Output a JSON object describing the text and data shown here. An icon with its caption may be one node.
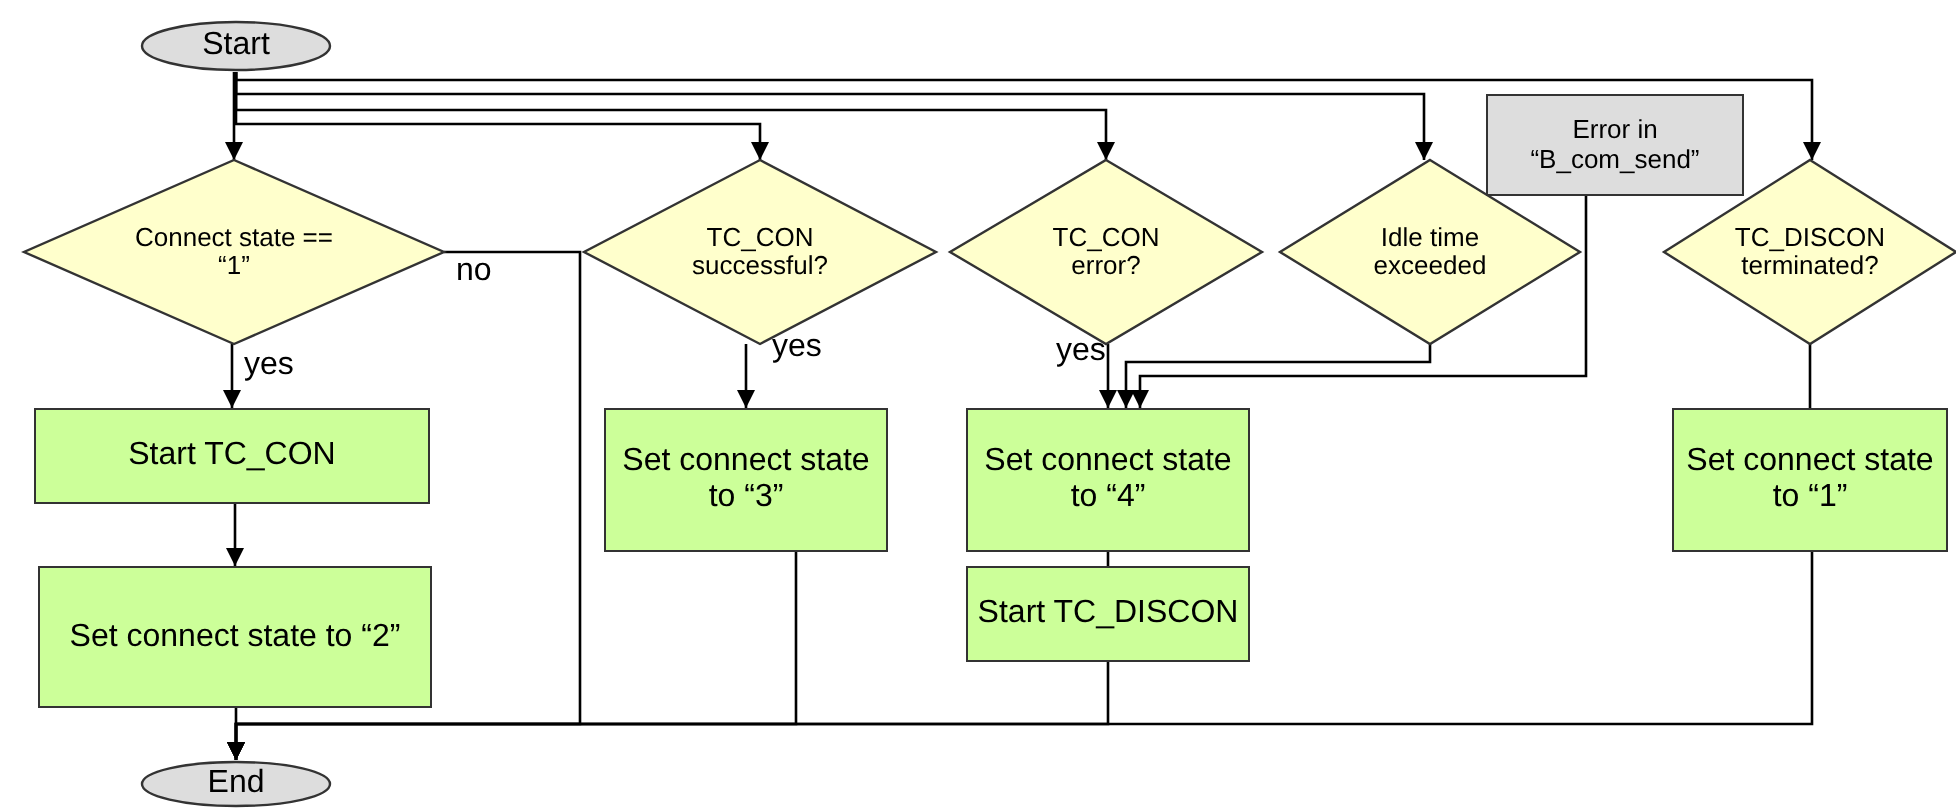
{
  "diagram": {
    "nodes": [
      {
        "text": [
          "Start"
        ]
      },
      {
        "text": [
          "Connect state == “1”"
        ]
      },
      {
        "text": [
          "TC_CON successful?"
        ]
      },
      {
        "text": [
          "TC_CON error?"
        ]
      },
      {
        "text": [
          "Idle time exceeded"
        ]
      },
      {
        "text": [
          "Error in “B_com_send”"
        ]
      },
      {
        "text": [
          "TC_DISCON terminated?"
        ]
      },
      {
        "text": [
          "Start TC_CON"
        ]
      },
      {
        "text": [
          "Set connect state to “2”"
        ]
      },
      {
        "text": [
          "Set connect state to “3”"
        ]
      },
      {
        "text": [
          "Set connect state to “4”"
        ]
      },
      {
        "text": [
          "Start TC_DISCON"
        ]
      },
      {
        "text": [
          "Set connect state to “1”"
        ]
      },
      {
        "text": [
          "End"
        ]
      }
    ],
    "edges": [
      {
        "from": 0,
        "to": 1,
        "arrow": "to"
      },
      {
        "from": 0,
        "to": 2,
        "arrow": "to"
      },
      {
        "from": 0,
        "to": 3,
        "arrow": "to"
      },
      {
        "from": 0,
        "to": 4,
        "arrow": "to"
      },
      {
        "from": 0,
        "to": 6,
        "arrow": "to"
      },
      {
        "from": 1,
        "to": 7,
        "arrow": "to",
        "label": "yes"
      },
      {
        "from": 1,
        "to": 13,
        "arrow": "to",
        "label": "no"
      },
      {
        "from": 7,
        "to": 8,
        "arrow": "to"
      },
      {
        "from": 8,
        "to": 13,
        "arrow": "to"
      },
      {
        "from": 2,
        "to": 9,
        "arrow": "to",
        "label": "yes"
      },
      {
        "from": 9,
        "to": 13,
        "arrow": "to"
      },
      {
        "from": 3,
        "to": 10,
        "arrow": "to",
        "label": "yes"
      },
      {
        "from": 4,
        "to": 10,
        "arrow": "to"
      },
      {
        "from": 5,
        "to": 10,
        "arrow": "to"
      },
      {
        "from": 10,
        "to": 11,
        "arrow": "none"
      },
      {
        "from": 11,
        "to": 13,
        "arrow": "to"
      },
      {
        "from": 6,
        "to": 12,
        "arrow": "none"
      },
      {
        "from": 12,
        "to": 13,
        "arrow": "to"
      }
    ]
  }
}
